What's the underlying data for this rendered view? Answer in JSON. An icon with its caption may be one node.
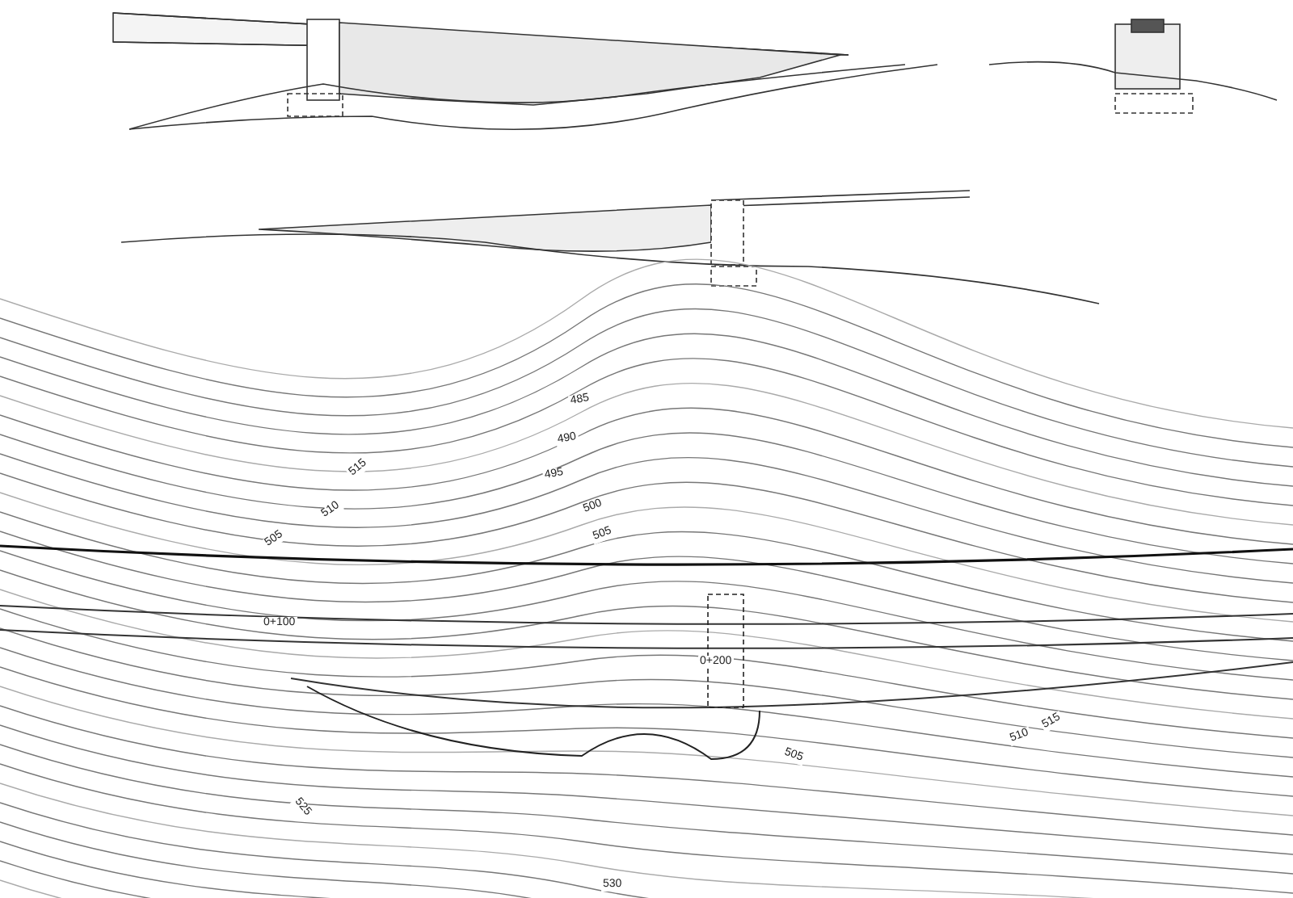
{
  "diagram": {
    "labels": [
      "485",
      "490",
      "495",
      "500",
      "505",
      "515",
      "510",
      "505",
      "0+100",
      "0+200",
      "510",
      "515",
      "505",
      "525",
      "530"
    ]
  }
}
